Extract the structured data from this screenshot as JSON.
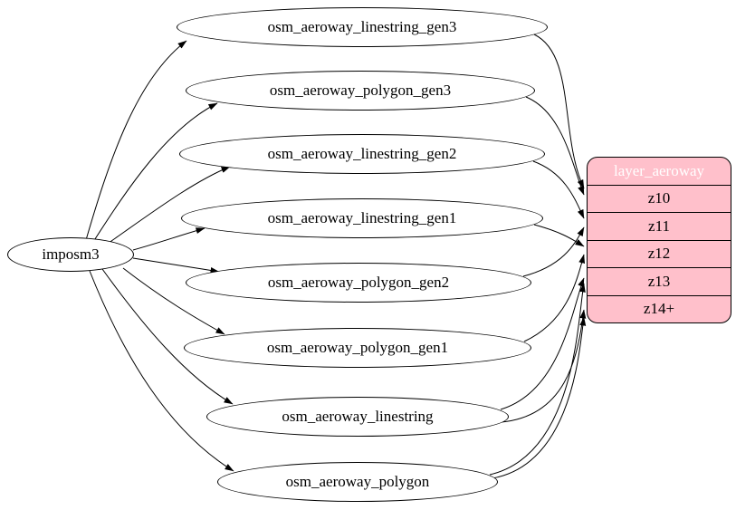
{
  "diagram": {
    "type": "etl-flow-graph",
    "source_node": {
      "label": "imposm3"
    },
    "tables": [
      {
        "label": "osm_aeroway_linestring_gen3"
      },
      {
        "label": "osm_aeroway_polygon_gen3"
      },
      {
        "label": "osm_aeroway_linestring_gen2"
      },
      {
        "label": "osm_aeroway_linestring_gen1"
      },
      {
        "label": "osm_aeroway_polygon_gen2"
      },
      {
        "label": "osm_aeroway_polygon_gen1"
      },
      {
        "label": "osm_aeroway_linestring"
      },
      {
        "label": "osm_aeroway_polygon"
      }
    ],
    "layer": {
      "title": "layer_aeroway",
      "zoom_rows": [
        "z10",
        "z11",
        "z12",
        "z13",
        "z14+"
      ],
      "fill_color": "#ffc0cb",
      "border_color": "#000000",
      "title_text_color": "#ffffff",
      "row_text_color": "#000000"
    },
    "edges": [
      {
        "from": "imposm3",
        "to": "osm_aeroway_linestring_gen3"
      },
      {
        "from": "imposm3",
        "to": "osm_aeroway_polygon_gen3"
      },
      {
        "from": "imposm3",
        "to": "osm_aeroway_linestring_gen2"
      },
      {
        "from": "imposm3",
        "to": "osm_aeroway_linestring_gen1"
      },
      {
        "from": "imposm3",
        "to": "osm_aeroway_polygon_gen2"
      },
      {
        "from": "imposm3",
        "to": "osm_aeroway_polygon_gen1"
      },
      {
        "from": "imposm3",
        "to": "osm_aeroway_linestring"
      },
      {
        "from": "imposm3",
        "to": "osm_aeroway_polygon"
      },
      {
        "from": "osm_aeroway_linestring_gen3",
        "to": "layer_aeroway:z10"
      },
      {
        "from": "osm_aeroway_polygon_gen3",
        "to": "layer_aeroway:z10"
      },
      {
        "from": "osm_aeroway_linestring_gen2",
        "to": "layer_aeroway:z11"
      },
      {
        "from": "osm_aeroway_polygon_gen2",
        "to": "layer_aeroway:z11"
      },
      {
        "from": "osm_aeroway_linestring_gen1",
        "to": "layer_aeroway:z12"
      },
      {
        "from": "osm_aeroway_polygon_gen1",
        "to": "layer_aeroway:z12"
      },
      {
        "from": "osm_aeroway_linestring",
        "to": "layer_aeroway:z13"
      },
      {
        "from": "osm_aeroway_linestring",
        "to": "layer_aeroway:z14+"
      },
      {
        "from": "osm_aeroway_polygon",
        "to": "layer_aeroway:z13"
      },
      {
        "from": "osm_aeroway_polygon",
        "to": "layer_aeroway:z14+"
      }
    ]
  }
}
